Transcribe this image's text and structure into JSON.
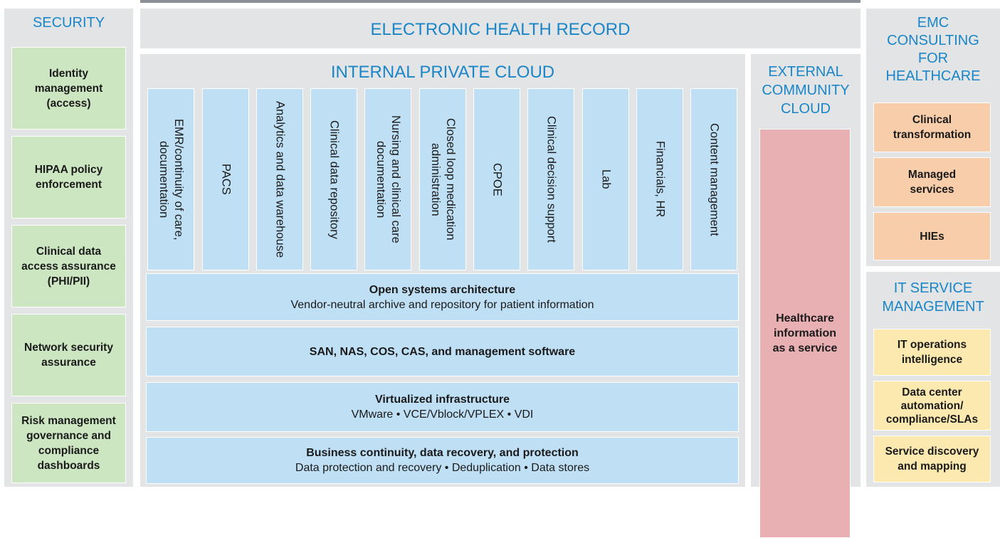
{
  "security": {
    "title": "SECURITY",
    "items": [
      "Identity management (access)",
      "HIPAA policy enforcement",
      "Clinical data access assurance (PHI/PII)",
      "Network security assurance",
      "Risk management governance and compliance dashboards"
    ]
  },
  "ehr": {
    "title": "ELECTRONIC HEALTH RECORD"
  },
  "private_cloud": {
    "title": "INTERNAL PRIVATE CLOUD",
    "apps": [
      "EMR/continuity of care, documentation",
      "PACS",
      "Analytics and data warehouse",
      "Clinical data repository",
      "Nursing and clinical care documentation",
      "Closed loop medication administration",
      "CPOE",
      "Clinical decision support",
      "Lab",
      "Financials, HR",
      "Content management"
    ],
    "layers": [
      {
        "title": "Open systems architecture",
        "sub": "Vendor-neutral archive and repository for patient information"
      },
      {
        "title": "SAN, NAS, COS, CAS, and management software",
        "sub": ""
      },
      {
        "title": "Virtualized infrastructure",
        "sub": "VMware • VCE/Vblock/VPLEX • VDI"
      },
      {
        "title": "Business continuity, data recovery, and protection",
        "sub": "Data protection and recovery • Deduplication • Data stores"
      }
    ]
  },
  "community_cloud": {
    "title": "EXTERNAL COMMUNITY CLOUD",
    "item": "Healthcare information as a service"
  },
  "consulting": {
    "title": "EMC CONSULTING FOR HEALTHCARE",
    "items": [
      "Clinical transformation",
      "Managed services",
      "HIEs"
    ]
  },
  "it_service": {
    "title": "IT SERVICE MANAGEMENT",
    "items": [
      "IT operations intelligence",
      "Data center automation/ compliance/SLAs",
      "Service discovery and mapping"
    ]
  },
  "colors": {
    "heading": "#1a86c8",
    "panel": "#e2e4e6",
    "security_box": "#cde6c2",
    "cloud_box": "#bfdff5",
    "consulting_box": "#f8cdaa",
    "itsm_box": "#fbe9b0",
    "community_box": "#e9b0b4"
  }
}
